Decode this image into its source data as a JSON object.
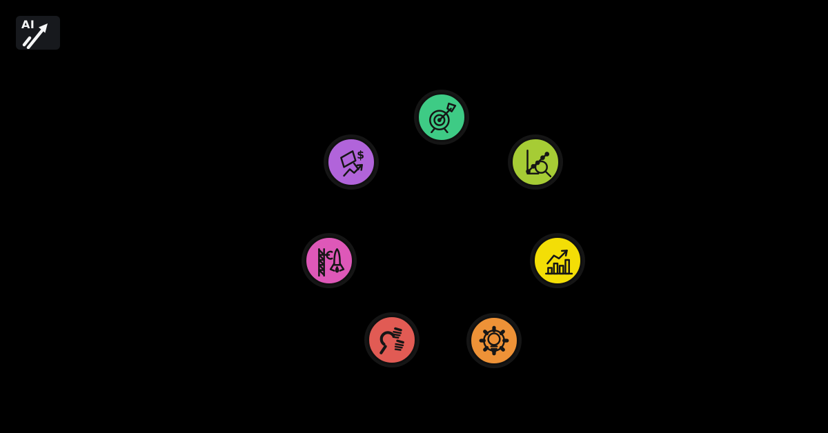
{
  "page": {
    "background_color": "#000000"
  },
  "logo": {
    "text": "AI",
    "box_color": "#17191d",
    "arrow_color": "#f5f6f7",
    "icon": "growth-arrow-icon"
  },
  "diagram": {
    "layout": "seven icon nodes arranged in a circle",
    "nodes": [
      {
        "id": "target",
        "position": "top",
        "icon": "target-arrow-icon",
        "color": "#3ECB85"
      },
      {
        "id": "analytics",
        "position": "upper-right",
        "icon": "chart-magnifier-icon",
        "color": "#A6CC35"
      },
      {
        "id": "growth",
        "position": "right",
        "icon": "bar-chart-arrow-icon",
        "color": "#F3DE06"
      },
      {
        "id": "process",
        "position": "lower-right",
        "icon": "gear-lightbulb-icon",
        "color": "#EE9237"
      },
      {
        "id": "tools",
        "position": "lower-left",
        "icon": "wrench-screws-icon",
        "color": "#E15B54"
      },
      {
        "id": "launch",
        "position": "left",
        "icon": "rocket-tower-icon",
        "color": "#DE58B8"
      },
      {
        "id": "marketing",
        "position": "upper-left",
        "icon": "flag-dollar-arrow-icon",
        "color": "#B164DA"
      }
    ],
    "dollar_glyph": "$"
  }
}
